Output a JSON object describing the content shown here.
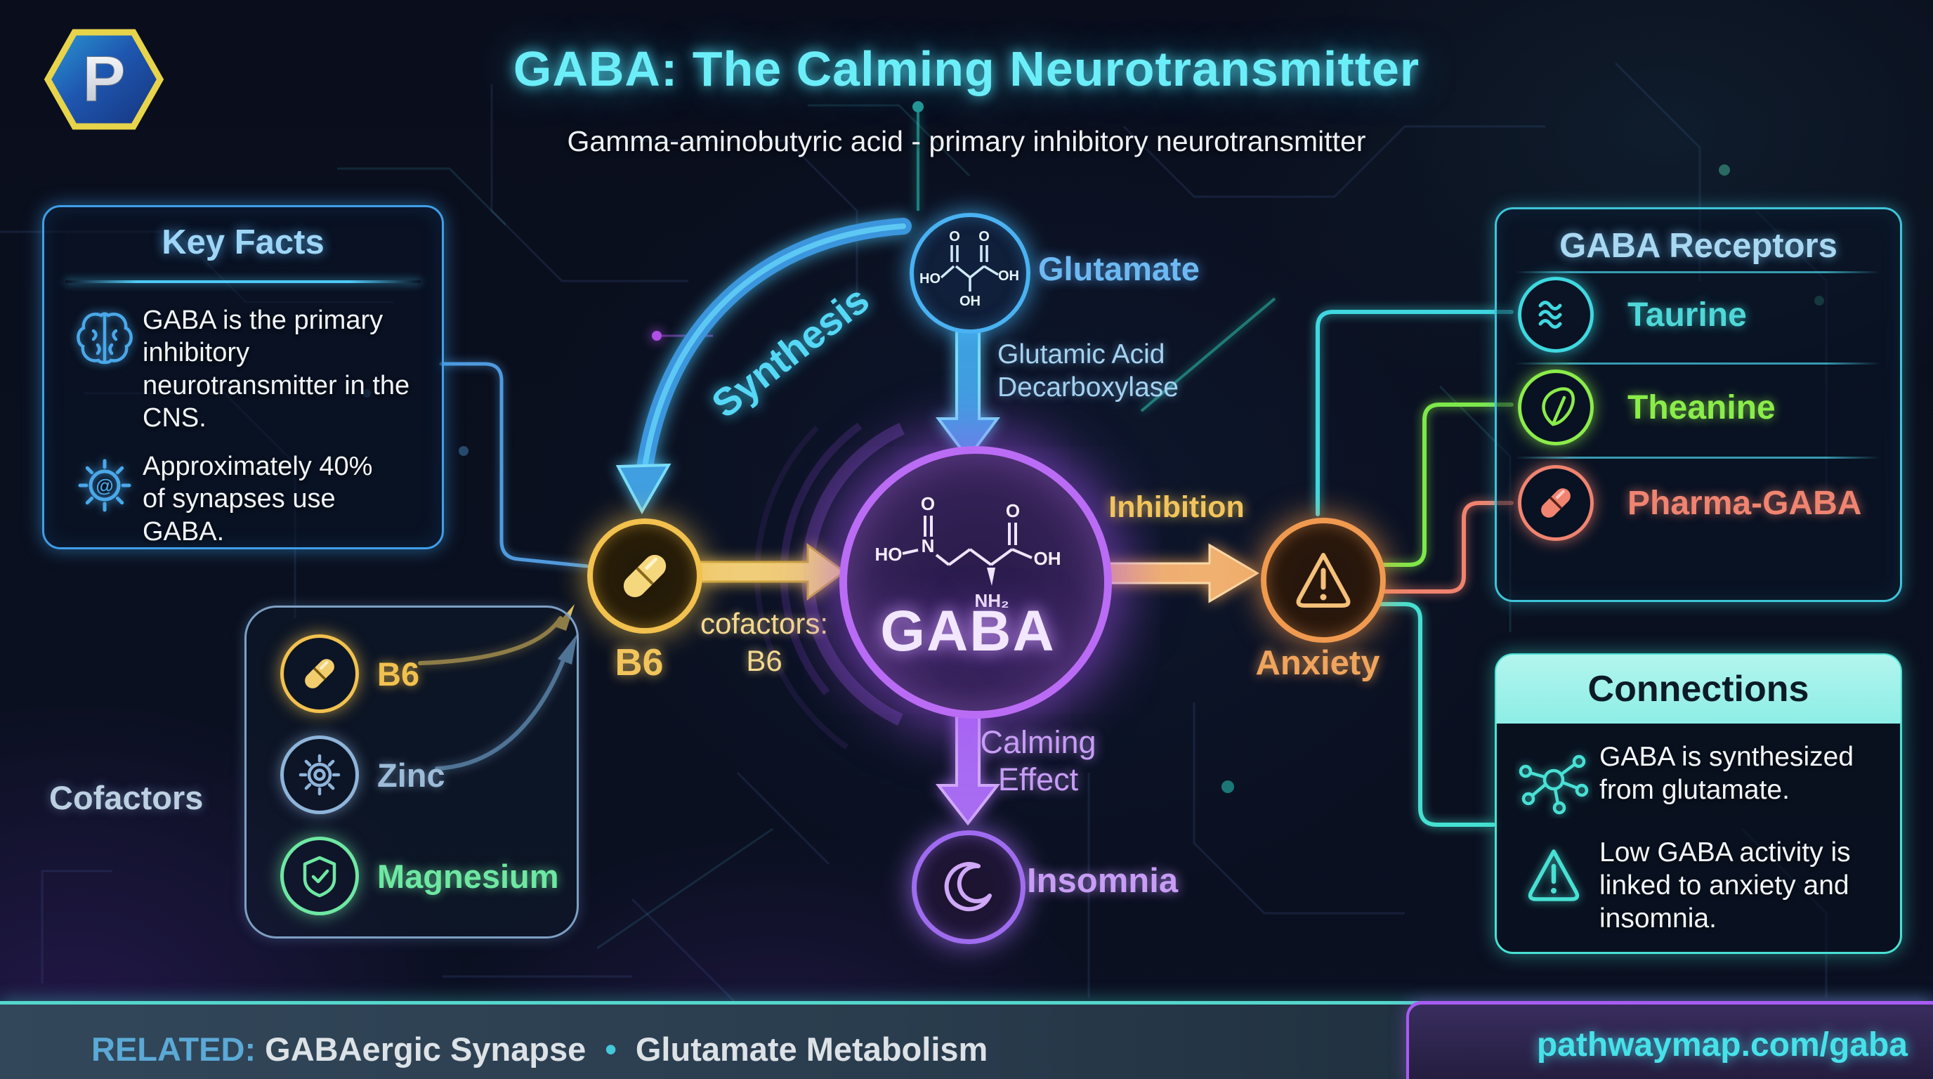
{
  "brand": {
    "logo_letter": "P"
  },
  "header": {
    "title": "GABA: The Calming Neurotransmitter",
    "subtitle": "Gamma-aminobutyric acid - primary inhibitory neurotransmitter"
  },
  "key_facts": {
    "title": "Key Facts",
    "items": [
      {
        "icon": "brain-icon",
        "text": "GABA is the primary inhibitory neurotransmitter in the CNS."
      },
      {
        "icon": "gear-at-icon",
        "text": "Approximately 40% of synapses use GABA."
      }
    ]
  },
  "pathway": {
    "glutamate_label": "Glutamate",
    "enzyme_line1": "Glutamic Acid",
    "enzyme_line2": "Decarboxylase",
    "synthesis_label": "Synthesis",
    "b6_node_label": "B6",
    "cof_arrow_line1": "cofactors:",
    "cof_arrow_line2": "B6",
    "gaba_label": "GABA",
    "inhibition_label": "Inhibition",
    "anxiety_label": "Anxiety",
    "calming_line1": "Calming",
    "calming_line2": "Effect",
    "insomnia_label": "Insomnia",
    "molecule_labels": {
      "ho": "HO",
      "o": "O",
      "oh": "OH",
      "n": "N",
      "nh2": "NH₂"
    }
  },
  "receptors": {
    "title": "GABA Receptors",
    "items": [
      {
        "label": "Taurine",
        "icon": "waves-icon",
        "color": "#3fd8e0"
      },
      {
        "label": "Theanine",
        "icon": "leaf-icon",
        "color": "#8bec4a"
      },
      {
        "label": "Pharma-GABA",
        "icon": "capsule-icon",
        "color": "#f08470"
      }
    ]
  },
  "cofactors": {
    "side_label": "Cofactors",
    "items": [
      {
        "label": "B6",
        "icon": "capsule-icon",
        "color": "#f2c14e"
      },
      {
        "label": "Zinc",
        "icon": "gear-icon",
        "color": "#8fb4da"
      },
      {
        "label": "Magnesium",
        "icon": "shield-check-icon",
        "color": "#6ee8a2"
      }
    ]
  },
  "connections": {
    "title": "Connections",
    "items": [
      {
        "icon": "molecule-icon",
        "text": "GABA is synthesized from glutamate."
      },
      {
        "icon": "warning-icon",
        "text": "Low GABA activity is linked to anxiety and insomnia."
      }
    ]
  },
  "footer": {
    "related_label": "RELATED:",
    "related_items": [
      "GABAergic Synapse",
      "Glutamate Metabolism"
    ],
    "separator": "•",
    "url": "pathwaymap.com/gaba"
  },
  "colors": {
    "title_cyan": "#6ceef8",
    "glutamate_blue": "#4ab2f2",
    "gaba_purple": "#bb6cf5",
    "b6_gold": "#f2c14e",
    "anxiety_orange": "#f09a50",
    "insomnia_purple": "#9f6cf0",
    "connector_teal": "#45e0d2",
    "footer_url_cyan": "#46e2ea"
  }
}
